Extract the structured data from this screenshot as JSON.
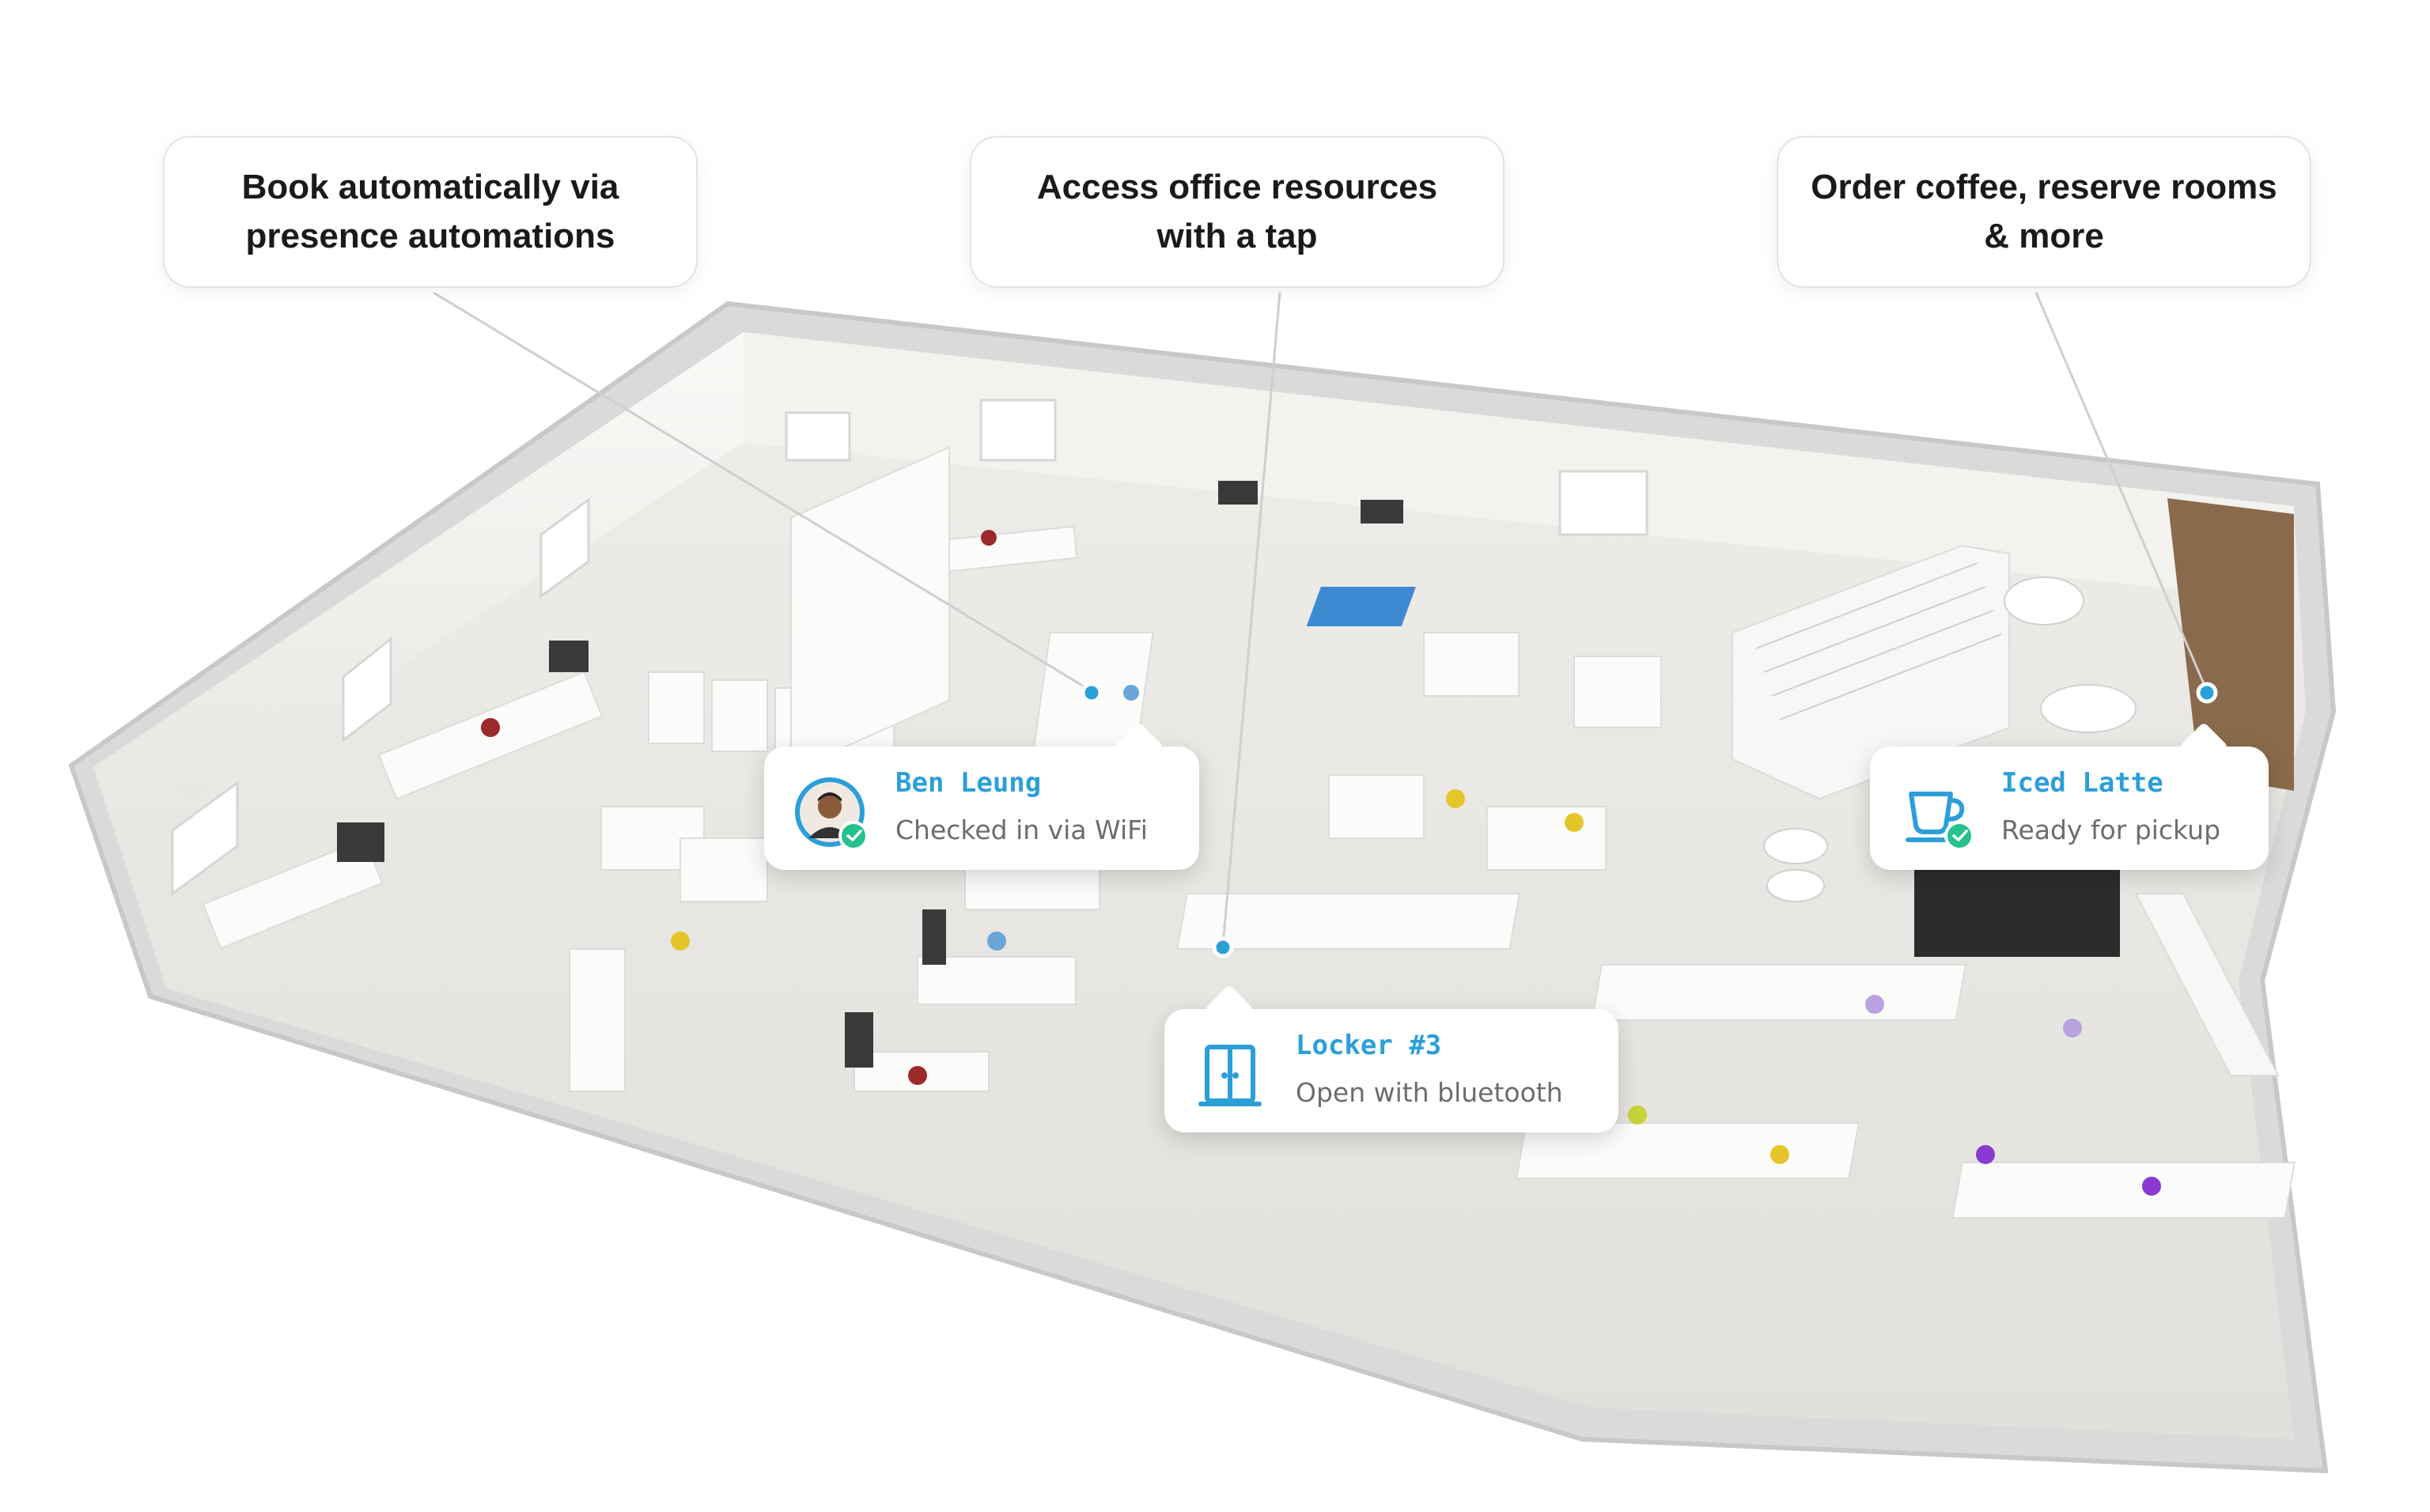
{
  "callouts": {
    "presence": "Book automatically via presence automations",
    "resources": "Access office resources with a tap",
    "coffee": "Order coffee, reserve rooms & more"
  },
  "cards": {
    "checkin": {
      "name": "Ben Leung",
      "status": "Checked in via WiFi",
      "icon": "user-avatar-icon"
    },
    "coffee": {
      "name": "Iced Latte",
      "status": "Ready for pickup",
      "icon": "coffee-cup-icon"
    },
    "locker": {
      "name": "Locker #3",
      "status": "Open with bluetooth",
      "icon": "locker-door-icon"
    }
  },
  "colors": {
    "accent": "#2c9fd9",
    "check": "#27c08f",
    "floor": "#ebe9e6",
    "wall": "#f5f4f2"
  }
}
